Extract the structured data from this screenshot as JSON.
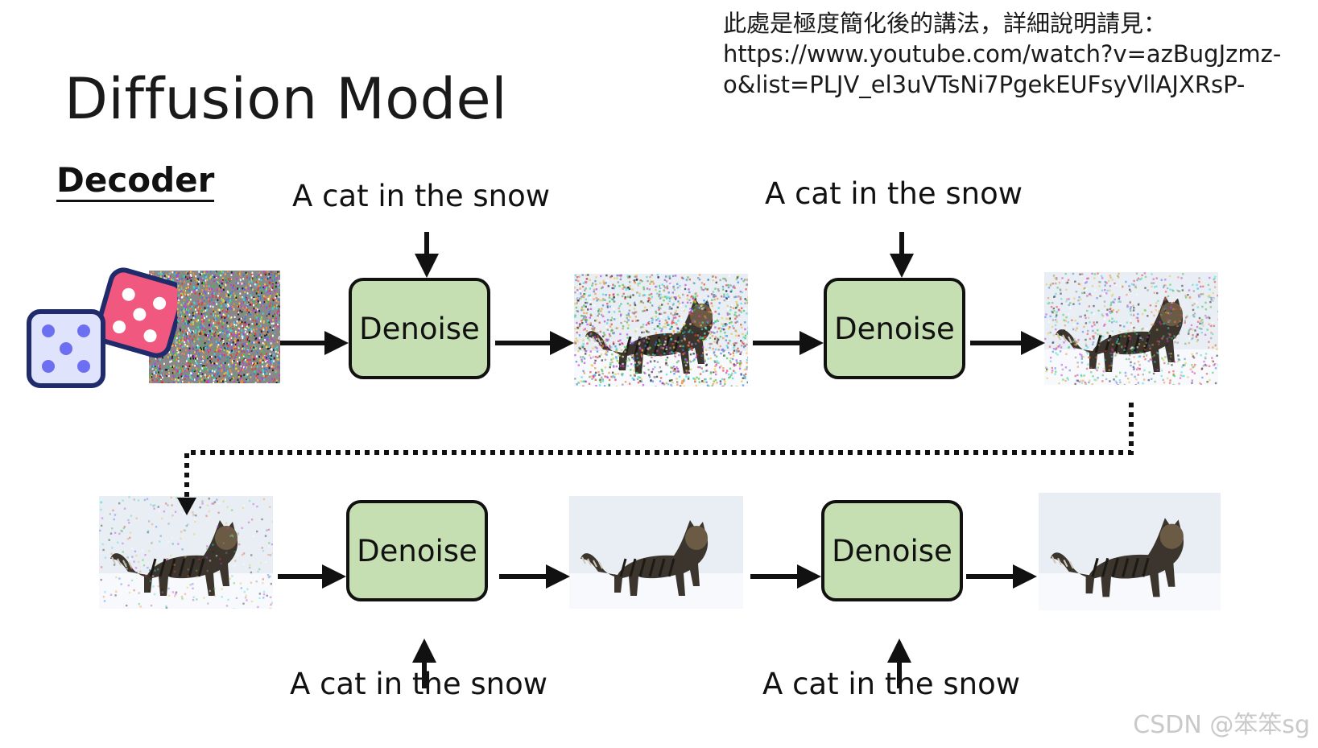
{
  "title": "Diffusion Model",
  "note": {
    "line1": "此處是極度簡化後的講法，詳細說明請見：",
    "line2": "https://www.youtube.com/watch?v=azBugJzmz-",
    "line3": "o&list=PLJV_el3uVTsNi7PgekEUFsyVllAJXRsP-"
  },
  "section_label": "Decoder",
  "prompt": "A cat in the snow",
  "denoise_label": "Denoise",
  "noise_levels": [
    1.0,
    0.55,
    0.32,
    0.12,
    0.0,
    0.0
  ],
  "watermark": "CSDN @笨笨sg",
  "colors": {
    "box_fill": "#c5dfb3",
    "dice_pink": "#f0587f",
    "dice_blue": "#dfe3fb",
    "dice_dot_blue": "#6d6ff2",
    "dice_border": "#1f2b6b"
  }
}
